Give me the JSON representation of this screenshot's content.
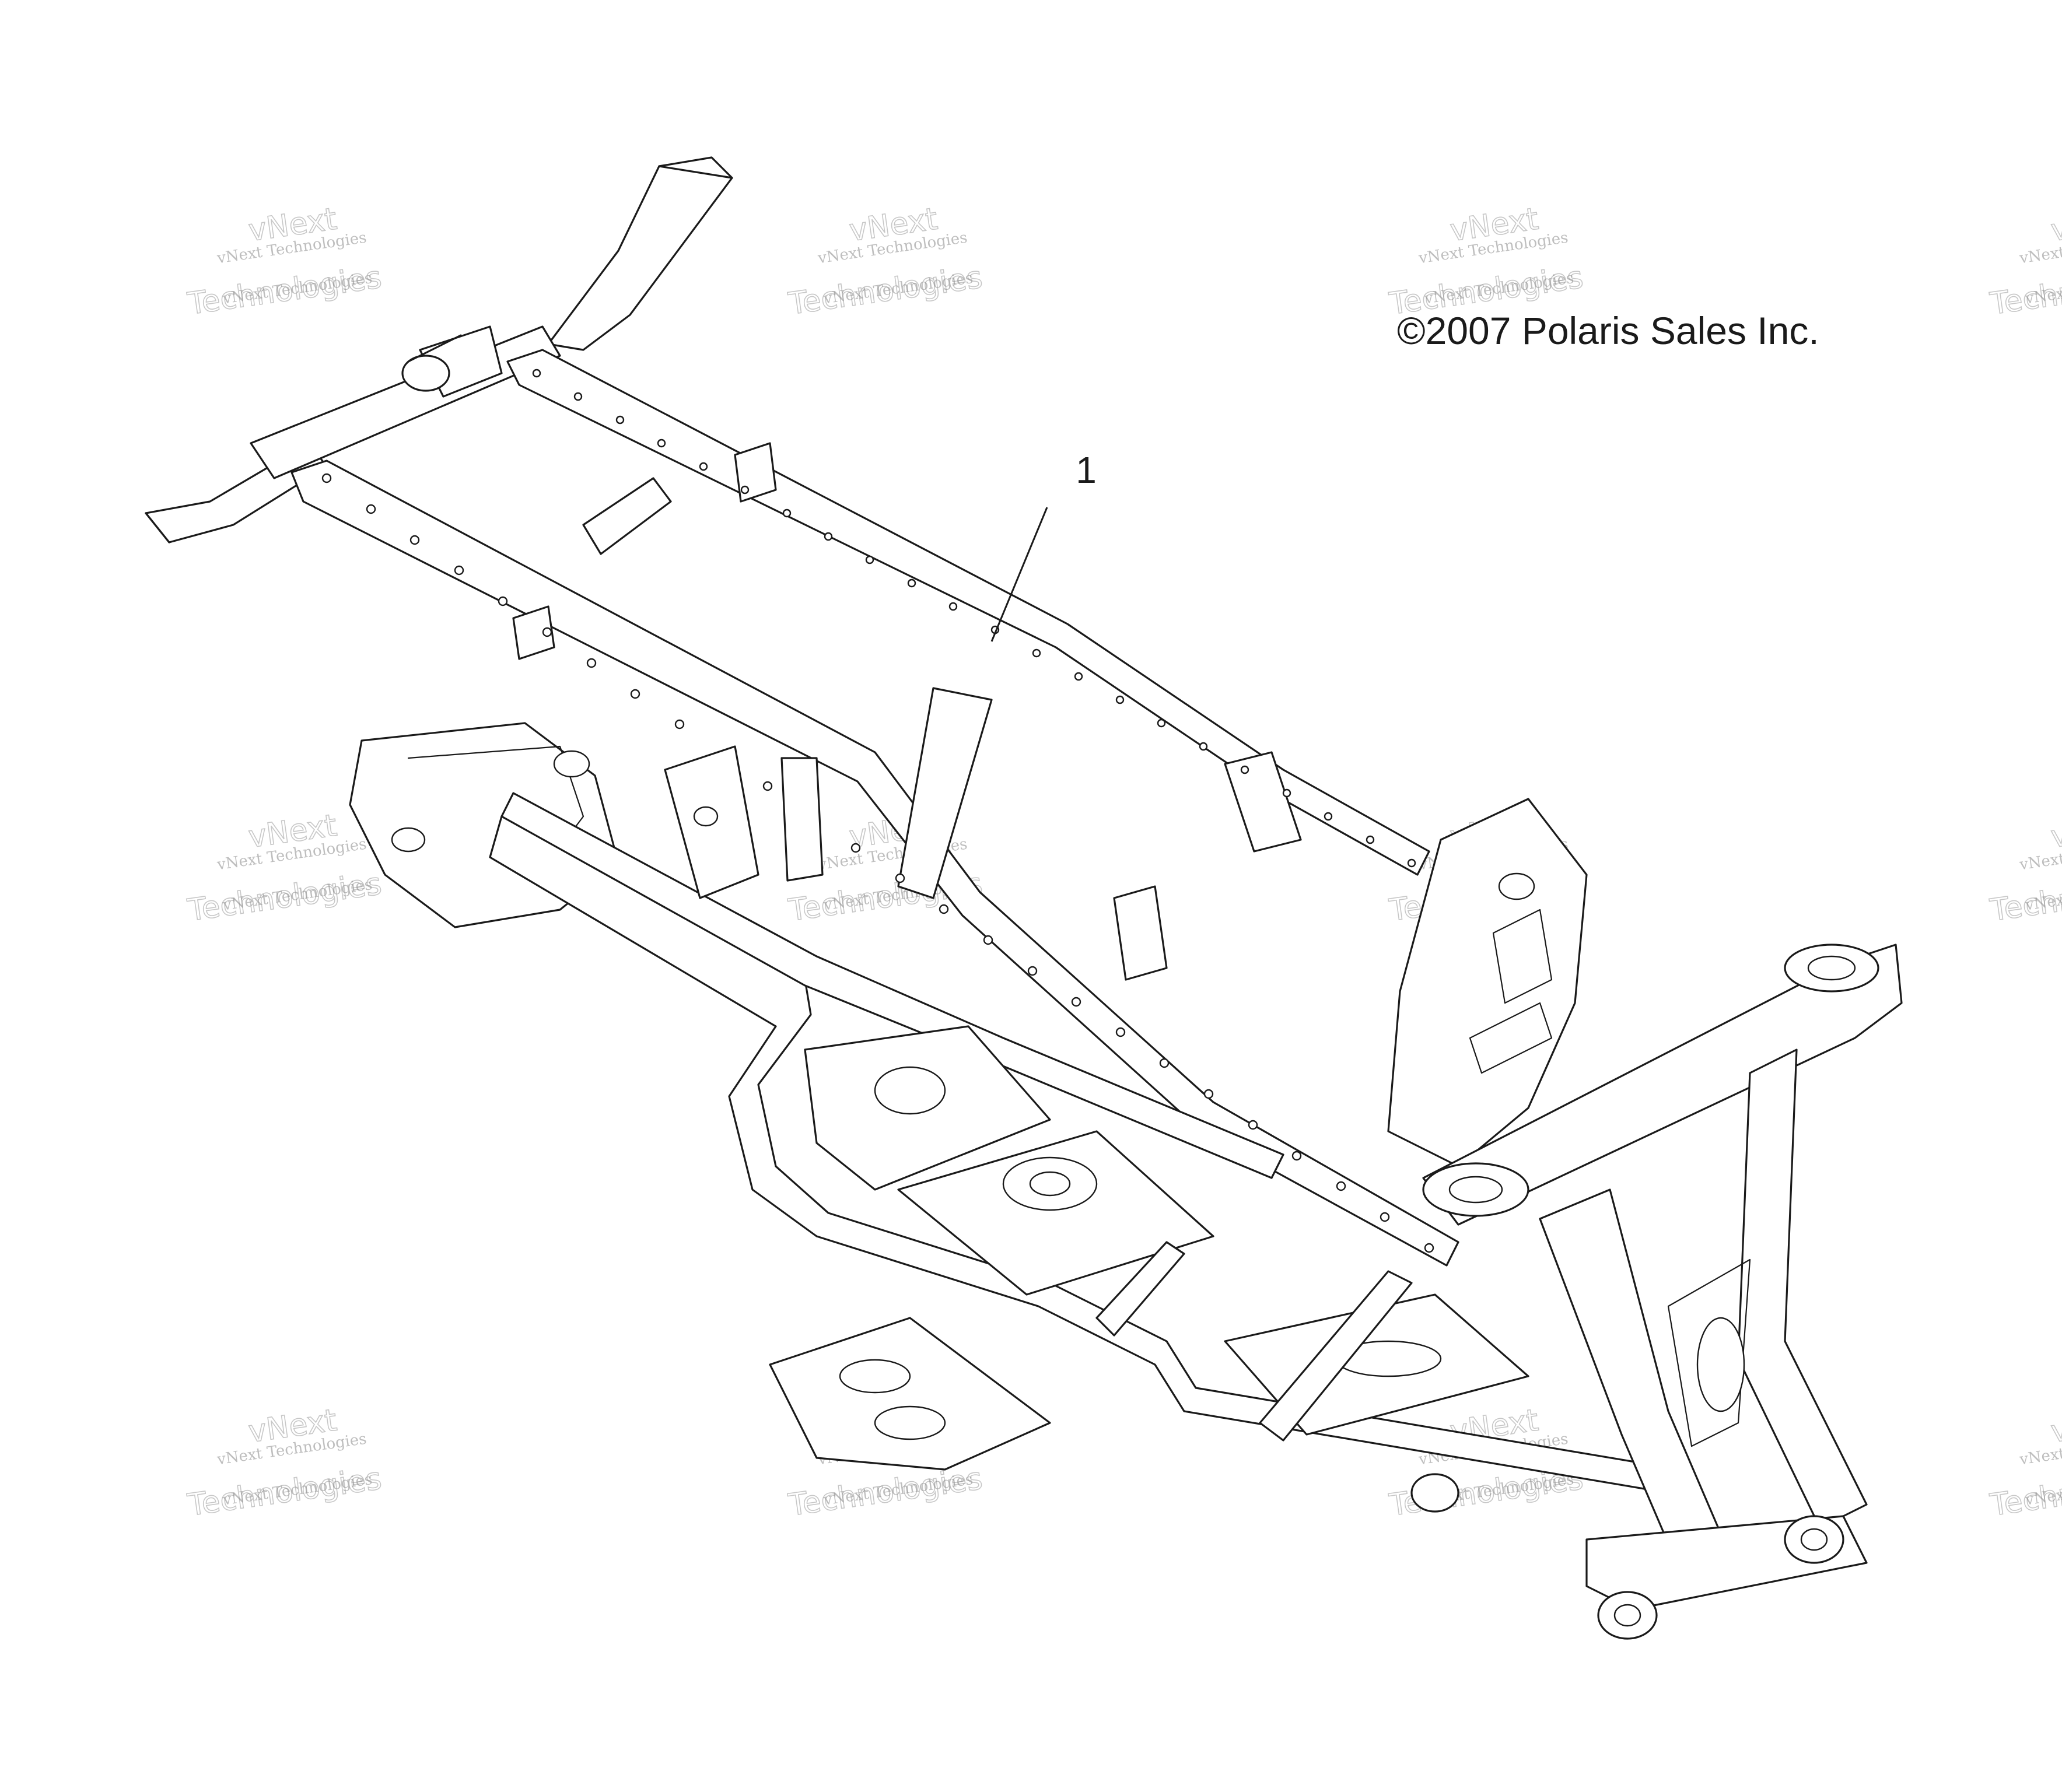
{
  "copyright": "©2007 Polaris Sales Inc.",
  "callouts": [
    {
      "label": "1"
    }
  ],
  "watermark": {
    "line_small": "vNext Technologies",
    "line_top": "vNext",
    "line_big": "Technologies"
  }
}
